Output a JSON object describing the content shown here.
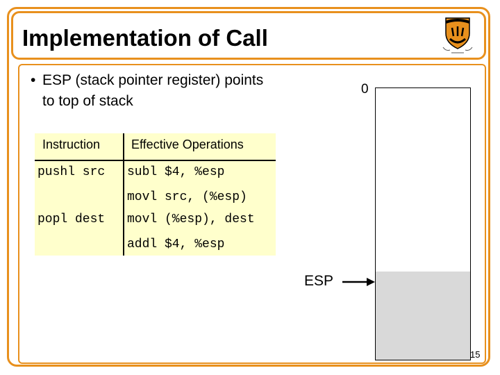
{
  "slide": {
    "title": "Implementation of Call",
    "page_number": "15",
    "accent_color": "#e8901d"
  },
  "bullet": {
    "symbol": "•",
    "text": "ESP (stack pointer register) points to top of stack"
  },
  "table": {
    "headers": [
      "Instruction",
      "Effective Operations"
    ],
    "rows": [
      {
        "instruction": "pushl src",
        "operations": [
          "subl $4, %esp",
          "movl src, (%esp)"
        ]
      },
      {
        "instruction": "popl dest",
        "operations": [
          "movl (%esp), dest",
          "addl $4, %esp"
        ]
      }
    ],
    "background": "#ffffcc"
  },
  "stack": {
    "top_address_label": "0",
    "pointer_label": "ESP",
    "used_fraction": 0.325,
    "used_color": "#d9d9d9"
  },
  "logo": {
    "icon": "princeton-shield-icon"
  }
}
